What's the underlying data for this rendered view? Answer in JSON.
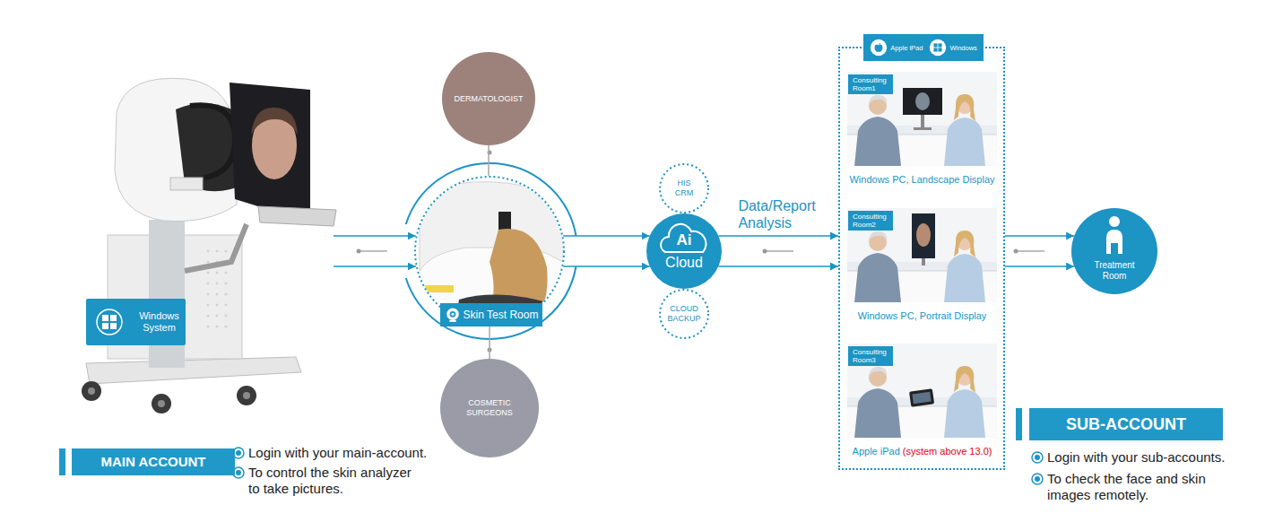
{
  "diagram": {
    "nodes": [
      {
        "text": [
          "Windows System"
        ]
      },
      {
        "text": [
          "DERMATOLOGIST"
        ]
      },
      {
        "text": [
          "Skin Test Room"
        ]
      },
      {
        "text": [
          "COSMETIC SURGEONS"
        ]
      },
      {
        "text": [
          "HIS CRM"
        ]
      },
      {
        "text": [
          "Ai",
          "Cloud"
        ]
      },
      {
        "text": [
          "CLOUD BACKUP"
        ]
      },
      {
        "text": [
          "Apple iPad",
          "Windows"
        ]
      },
      {
        "text": [
          "Consulting Room1",
          "Windows PC, Landscape Display"
        ],
        "in": 7
      },
      {
        "text": [
          "Consulting Room2",
          "Windows PC, Portrait Display"
        ],
        "in": 7
      },
      {
        "text": [
          "Consulting Room3",
          "Apple iPad",
          "(system above 13.0)"
        ],
        "in": 7
      },
      {
        "text": [
          "Treatment Room"
        ]
      },
      {
        "text": [
          "MAIN ACCOUNT"
        ]
      },
      {
        "text": [
          "SUB-ACCOUNT"
        ]
      }
    ],
    "edges": [
      {
        "from": 0,
        "to": 2,
        "arrow": "to"
      },
      {
        "from": 0,
        "to": 2,
        "arrow": "to"
      },
      {
        "from": 1,
        "to": 2,
        "arrow": "none"
      },
      {
        "from": 3,
        "to": 2,
        "arrow": "none"
      },
      {
        "from": 2,
        "to": 5,
        "arrow": "to"
      },
      {
        "from": 2,
        "to": 5,
        "arrow": "to"
      },
      {
        "from": 5,
        "to": 7,
        "arrow": "to",
        "label": "Data/Report Analysis"
      },
      {
        "from": 5,
        "to": 7,
        "arrow": "to"
      },
      {
        "from": 7,
        "to": 11,
        "arrow": "to"
      },
      {
        "from": 7,
        "to": 11,
        "arrow": "to"
      }
    ],
    "labels": [
      "Login with your main-account.",
      "To control the skin analyzer to take pictures.",
      "Login with your sub-accounts.",
      "To check the face and skin images remotely."
    ]
  }
}
